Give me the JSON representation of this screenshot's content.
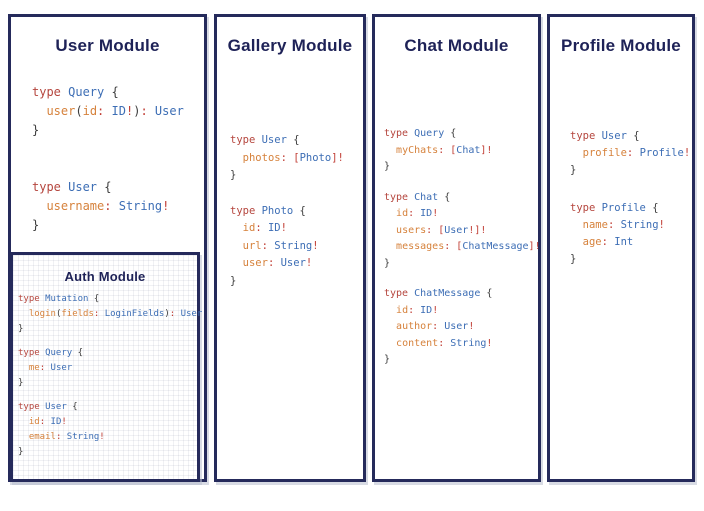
{
  "colors": {
    "panel_border": "#252a5b",
    "title_text": "#1e2257",
    "code_keyword": "#b5463e",
    "code_type": "#3d6eb5",
    "code_field": "#d6823c",
    "code_punct": "#3d3d3d",
    "code_red_punct": "#c13e35",
    "background": "#ffffff"
  },
  "modules": {
    "user": {
      "title": "User Module",
      "blocks": [
        [
          [
            [
              "k",
              "type "
            ],
            [
              "t",
              "Query "
            ],
            [
              "p",
              "{"
            ]
          ],
          [
            [
              "p",
              "  "
            ],
            [
              "f",
              "user"
            ],
            [
              "p",
              "("
            ],
            [
              "f",
              "id"
            ],
            [
              "r",
              ":"
            ],
            [
              "p",
              " "
            ],
            [
              "t",
              "ID"
            ],
            [
              "r",
              "!"
            ],
            [
              "p",
              ")"
            ],
            [
              "r",
              ":"
            ],
            [
              "p",
              " "
            ],
            [
              "t",
              "User"
            ]
          ],
          [
            [
              "p",
              "}"
            ]
          ]
        ],
        [
          [
            [
              "k",
              "type "
            ],
            [
              "t",
              "User "
            ],
            [
              "p",
              "{"
            ]
          ],
          [
            [
              "p",
              "  "
            ],
            [
              "f",
              "username"
            ],
            [
              "r",
              ":"
            ],
            [
              "p",
              " "
            ],
            [
              "t",
              "String"
            ],
            [
              "r",
              "!"
            ]
          ],
          [
            [
              "p",
              "}"
            ]
          ]
        ]
      ]
    },
    "auth": {
      "title": "Auth Module",
      "blocks": [
        [
          [
            [
              "k",
              "type "
            ],
            [
              "t",
              "Mutation "
            ],
            [
              "p",
              "{"
            ]
          ],
          [
            [
              "p",
              "  "
            ],
            [
              "f",
              "login"
            ],
            [
              "p",
              "("
            ],
            [
              "f",
              "fields"
            ],
            [
              "r",
              ":"
            ],
            [
              "p",
              " "
            ],
            [
              "t",
              "LoginFields"
            ],
            [
              "p",
              ")"
            ],
            [
              "r",
              ":"
            ],
            [
              "p",
              " "
            ],
            [
              "t",
              "User"
            ]
          ],
          [
            [
              "p",
              "}"
            ]
          ]
        ],
        [
          [
            [
              "k",
              "type "
            ],
            [
              "t",
              "Query "
            ],
            [
              "p",
              "{"
            ]
          ],
          [
            [
              "p",
              "  "
            ],
            [
              "f",
              "me"
            ],
            [
              "r",
              ":"
            ],
            [
              "p",
              " "
            ],
            [
              "t",
              "User"
            ]
          ],
          [
            [
              "p",
              "}"
            ]
          ]
        ],
        [
          [
            [
              "k",
              "type "
            ],
            [
              "t",
              "User "
            ],
            [
              "p",
              "{"
            ]
          ],
          [
            [
              "p",
              "  "
            ],
            [
              "f",
              "id"
            ],
            [
              "r",
              ":"
            ],
            [
              "p",
              " "
            ],
            [
              "t",
              "ID"
            ],
            [
              "r",
              "!"
            ]
          ],
          [
            [
              "p",
              "  "
            ],
            [
              "f",
              "email"
            ],
            [
              "r",
              ":"
            ],
            [
              "p",
              " "
            ],
            [
              "t",
              "String"
            ],
            [
              "r",
              "!"
            ]
          ],
          [
            [
              "p",
              "}"
            ]
          ]
        ]
      ]
    },
    "gallery": {
      "title": "Gallery Module",
      "blocks": [
        [
          [
            [
              "k",
              "type "
            ],
            [
              "t",
              "User "
            ],
            [
              "p",
              "{"
            ]
          ],
          [
            [
              "p",
              "  "
            ],
            [
              "f",
              "photos"
            ],
            [
              "r",
              ":"
            ],
            [
              "p",
              " "
            ],
            [
              "r",
              "["
            ],
            [
              "t",
              "Photo"
            ],
            [
              "r",
              "]!"
            ]
          ],
          [
            [
              "p",
              "}"
            ]
          ]
        ],
        [
          [
            [
              "k",
              "type "
            ],
            [
              "t",
              "Photo "
            ],
            [
              "p",
              "{"
            ]
          ],
          [
            [
              "p",
              "  "
            ],
            [
              "f",
              "id"
            ],
            [
              "r",
              ":"
            ],
            [
              "p",
              " "
            ],
            [
              "t",
              "ID"
            ],
            [
              "r",
              "!"
            ]
          ],
          [
            [
              "p",
              "  "
            ],
            [
              "f",
              "url"
            ],
            [
              "r",
              ":"
            ],
            [
              "p",
              " "
            ],
            [
              "t",
              "String"
            ],
            [
              "r",
              "!"
            ]
          ],
          [
            [
              "p",
              "  "
            ],
            [
              "f",
              "user"
            ],
            [
              "r",
              ":"
            ],
            [
              "p",
              " "
            ],
            [
              "t",
              "User"
            ],
            [
              "r",
              "!"
            ]
          ],
          [
            [
              "p",
              "}"
            ]
          ]
        ]
      ]
    },
    "chat": {
      "title": "Chat Module",
      "blocks": [
        [
          [
            [
              "k",
              "type "
            ],
            [
              "t",
              "Query "
            ],
            [
              "p",
              "{"
            ]
          ],
          [
            [
              "p",
              "  "
            ],
            [
              "f",
              "myChats"
            ],
            [
              "r",
              ":"
            ],
            [
              "p",
              " "
            ],
            [
              "r",
              "["
            ],
            [
              "t",
              "Chat"
            ],
            [
              "r",
              "]!"
            ]
          ],
          [
            [
              "p",
              "}"
            ]
          ]
        ],
        [
          [
            [
              "k",
              "type "
            ],
            [
              "t",
              "Chat "
            ],
            [
              "p",
              "{"
            ]
          ],
          [
            [
              "p",
              "  "
            ],
            [
              "f",
              "id"
            ],
            [
              "r",
              ":"
            ],
            [
              "p",
              " "
            ],
            [
              "t",
              "ID"
            ],
            [
              "r",
              "!"
            ]
          ],
          [
            [
              "p",
              "  "
            ],
            [
              "f",
              "users"
            ],
            [
              "r",
              ":"
            ],
            [
              "p",
              " "
            ],
            [
              "r",
              "["
            ],
            [
              "t",
              "User"
            ],
            [
              "r",
              "!]!"
            ]
          ],
          [
            [
              "p",
              "  "
            ],
            [
              "f",
              "messages"
            ],
            [
              "r",
              ":"
            ],
            [
              "p",
              " "
            ],
            [
              "r",
              "["
            ],
            [
              "t",
              "ChatMessage"
            ],
            [
              "r",
              "]!"
            ]
          ],
          [
            [
              "p",
              "}"
            ]
          ]
        ],
        [
          [
            [
              "k",
              "type "
            ],
            [
              "t",
              "ChatMessage "
            ],
            [
              "p",
              "{"
            ]
          ],
          [
            [
              "p",
              "  "
            ],
            [
              "f",
              "id"
            ],
            [
              "r",
              ":"
            ],
            [
              "p",
              " "
            ],
            [
              "t",
              "ID"
            ],
            [
              "r",
              "!"
            ]
          ],
          [
            [
              "p",
              "  "
            ],
            [
              "f",
              "author"
            ],
            [
              "r",
              ":"
            ],
            [
              "p",
              " "
            ],
            [
              "t",
              "User"
            ],
            [
              "r",
              "!"
            ]
          ],
          [
            [
              "p",
              "  "
            ],
            [
              "f",
              "content"
            ],
            [
              "r",
              ":"
            ],
            [
              "p",
              " "
            ],
            [
              "t",
              "String"
            ],
            [
              "r",
              "!"
            ]
          ],
          [
            [
              "p",
              "}"
            ]
          ]
        ]
      ]
    },
    "profile": {
      "title": "Profile Module",
      "blocks": [
        [
          [
            [
              "k",
              "type "
            ],
            [
              "t",
              "User "
            ],
            [
              "p",
              "{"
            ]
          ],
          [
            [
              "p",
              "  "
            ],
            [
              "f",
              "profile"
            ],
            [
              "r",
              ":"
            ],
            [
              "p",
              " "
            ],
            [
              "t",
              "Profile"
            ],
            [
              "r",
              "!"
            ]
          ],
          [
            [
              "p",
              "}"
            ]
          ]
        ],
        [
          [
            [
              "k",
              "type "
            ],
            [
              "t",
              "Profile "
            ],
            [
              "p",
              "{"
            ]
          ],
          [
            [
              "p",
              "  "
            ],
            [
              "f",
              "name"
            ],
            [
              "r",
              ":"
            ],
            [
              "p",
              " "
            ],
            [
              "t",
              "String"
            ],
            [
              "r",
              "!"
            ]
          ],
          [
            [
              "p",
              "  "
            ],
            [
              "f",
              "age"
            ],
            [
              "r",
              ":"
            ],
            [
              "p",
              " "
            ],
            [
              "t",
              "Int"
            ]
          ],
          [
            [
              "p",
              "}"
            ]
          ]
        ]
      ]
    }
  }
}
